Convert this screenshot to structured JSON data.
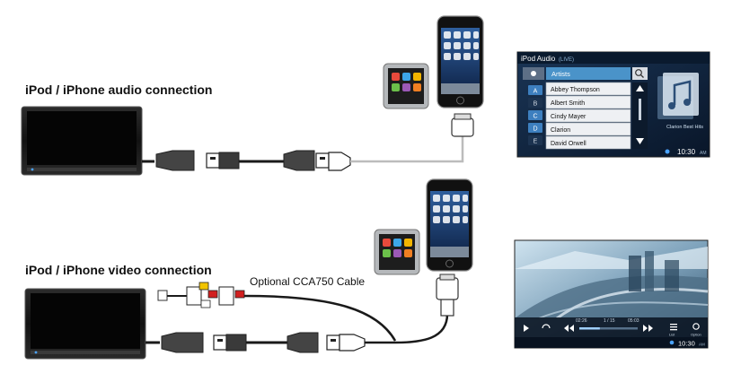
{
  "sections": {
    "audio_title": "iPod / iPhone audio connection",
    "video_title": "iPod / iPhone video connection",
    "optional_cable_label": "Optional CCA750 Cable"
  },
  "audio_screen": {
    "title": "iPod Audio",
    "subtitle": "(LIVE)",
    "category": "Artists",
    "index_letters": [
      "A",
      "B",
      "C",
      "D",
      "E"
    ],
    "artists": [
      "Abbey Thompson",
      "Albert Smith",
      "Cindy Mayer",
      "Clarion",
      "David Orwell"
    ],
    "album_caption": "Clarion Best Hits",
    "clock": "10:30",
    "meridiem": "AM"
  },
  "video_screen": {
    "elapsed": "02:26",
    "track": "1 / 15",
    "total": "05:03",
    "progress": 0.35,
    "list_label": "List",
    "option_label": "Option",
    "clock": "10:30",
    "meridiem": "AM"
  },
  "colors": {
    "cable": "#1a1a1a",
    "white_cable": "#bcbcbc",
    "head_unit": "#1b1b1b",
    "rca_yellow": "#f2c400",
    "rca_red": "#d11f1f",
    "screen_bg": "#11253f",
    "list_highlight": "#4a93c9"
  }
}
